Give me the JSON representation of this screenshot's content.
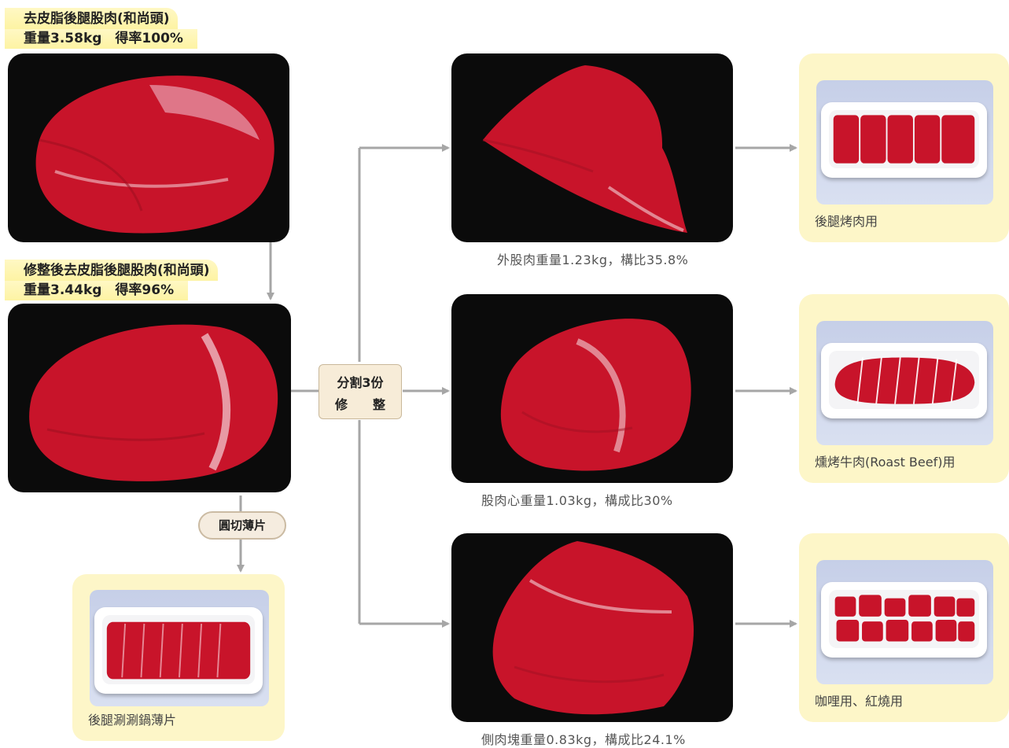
{
  "source": {
    "title": "去皮脂後腿股肉(和尚頭)",
    "detail": "重量3.58kg　得率100%"
  },
  "trimmed": {
    "title": "修整後去皮脂後腿股肉(和尚頭)",
    "detail": "重量3.44kg　得率96%"
  },
  "split_step": {
    "line1": "分割3份",
    "line2": "修　　整"
  },
  "slice_step": {
    "label": "圓切薄片"
  },
  "cuts": [
    {
      "caption": "外股肉重量1.23kg，構比35.8%",
      "use": "後腿烤肉用"
    },
    {
      "caption": "股肉心重量1.03kg，構成比30%",
      "use": "燻烤牛肉(Roast Beef)用"
    },
    {
      "caption": "側肉塊重量0.83kg，構成比24.1%",
      "use": "咖哩用、紅燒用"
    }
  ],
  "shabu": {
    "use": "後腿涮涮鍋薄片"
  },
  "colors": {
    "arrow": "#a6a6a6",
    "highlight": "#fdf3a3",
    "card": "#fdf6c8",
    "meat": "#c8142a",
    "photo_bg": "#0b0b0b"
  }
}
